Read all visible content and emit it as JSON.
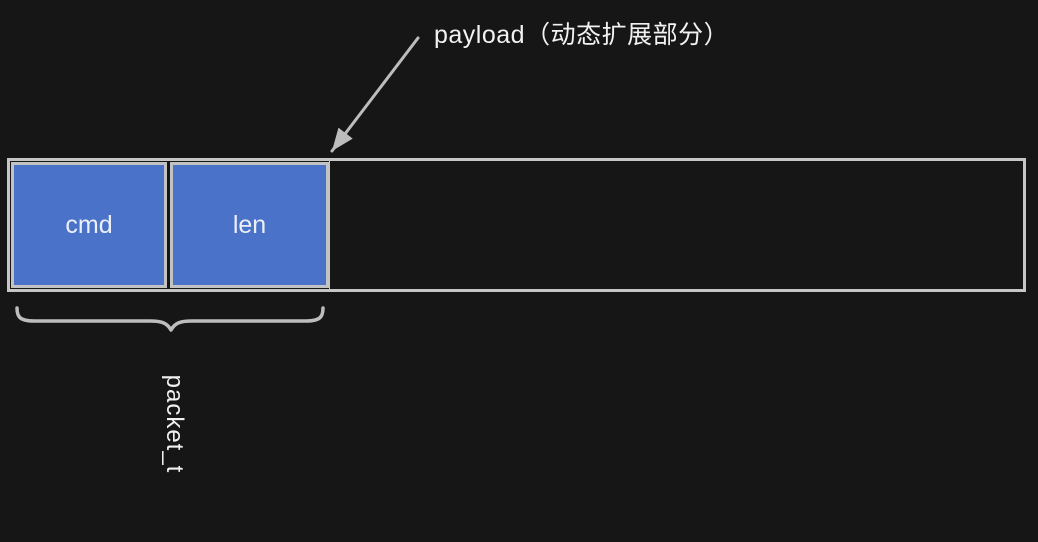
{
  "diagram": {
    "annotation": {
      "payload_label": "payload（动态扩展部分）"
    },
    "packet": {
      "fields": [
        {
          "label": "cmd"
        },
        {
          "label": "len"
        }
      ],
      "struct_label": "packet_t"
    },
    "colors": {
      "background": "#161616",
      "field_fill": "#4a72c9",
      "border": "#c6c6c6",
      "line": "#bdbdbd",
      "text": "#f2f2f2"
    }
  }
}
